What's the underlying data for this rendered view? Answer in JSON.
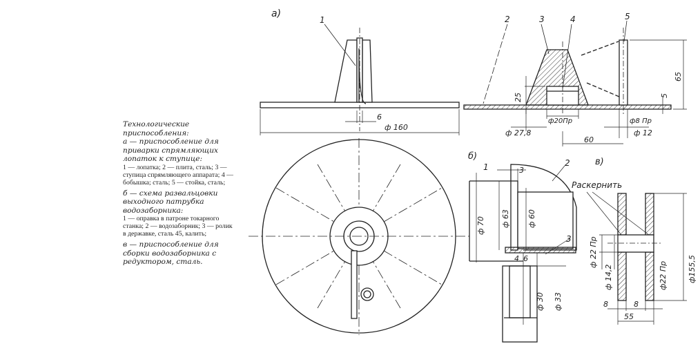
{
  "caption": {
    "title": "Технологические приспособления:",
    "a_desc": "а — приспособление для приварки спрямляющих лопаток к ступице:",
    "a_parts": "1 — лопатка; 2 — плита, сталь; 3 — ступица спрямляющего аппарата; 4 — бобышка; сталь; 5 — стойка, сталь;",
    "b_desc": "б — схема развальцовки выходного патрубка водозаборника:",
    "b_parts": "1 — оправка в патроне токарного станка; 2 — водозаборник; 3 — ролик в державке, сталь 45, калить;",
    "c_desc": "в — приспособление для сборки водозаборника с редуктором, сталь."
  },
  "view_labels": {
    "a": "а)",
    "b": "б)",
    "c": "в)"
  },
  "part_numbers": {
    "n1": "1",
    "n2": "2",
    "n3": "3",
    "n4": "4",
    "n5": "5",
    "b1": "1",
    "b2": "2",
    "b3": "3",
    "b3a": "3"
  },
  "dims_a": {
    "d6": "6",
    "d160": "ф 160",
    "d25": "25",
    "d65": "65",
    "d5": "5",
    "d27": "ф 27,8",
    "d20": "ф20Пр",
    "d8": "ф8 Пр",
    "d12": "ф 12",
    "d60": "60"
  },
  "dims_b": {
    "d70": "ф 70",
    "d63": "ф 63",
    "d60b": "ф 60",
    "d4": "4",
    "d6b": "6",
    "d30": "ф 30",
    "d33": "ф 33"
  },
  "dims_c": {
    "mark": "Раскернить",
    "d22": "ф 22 Пр",
    "d14": "ф 14,2",
    "d22b": "ф22 Пр",
    "d155": "ф155,5",
    "d8a": "8",
    "d8b": "8",
    "d55": "55"
  }
}
